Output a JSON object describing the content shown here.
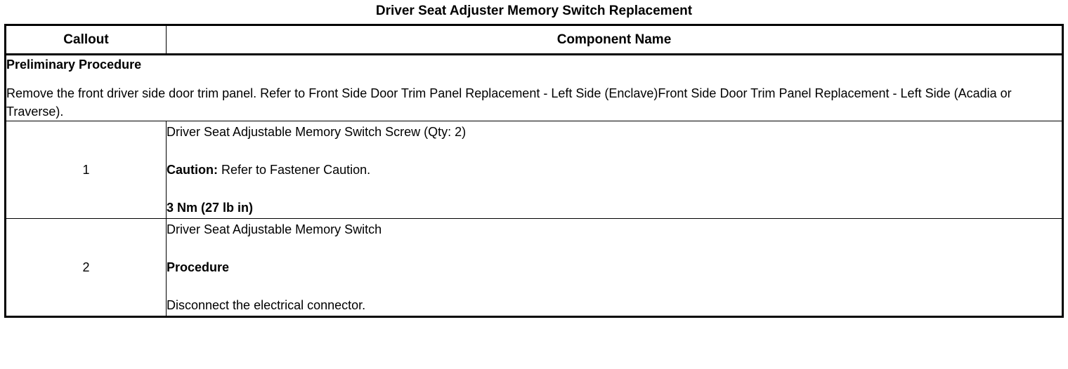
{
  "document": {
    "title": "Driver Seat Adjuster Memory Switch Replacement"
  },
  "table": {
    "headers": {
      "callout": "Callout",
      "component_name": "Component Name"
    },
    "preliminary": {
      "heading": "Preliminary Procedure",
      "body": "Remove the front driver side door trim panel. Refer to Front Side Door Trim Panel Replacement - Left Side (Enclave)Front Side Door Trim Panel Replacement - Left Side (Acadia or Traverse)."
    },
    "rows": [
      {
        "callout": "1",
        "lines": [
          {
            "text": "Driver Seat Adjustable Memory Switch Screw (Qty: 2)",
            "bold": false,
            "label": ""
          },
          {
            "text": "Refer to Fastener Caution.",
            "bold": false,
            "label": "Caution:"
          },
          {
            "text": "3 Nm (27 lb in)",
            "bold": true,
            "label": ""
          }
        ]
      },
      {
        "callout": "2",
        "lines": [
          {
            "text": "Driver Seat Adjustable Memory Switch",
            "bold": false,
            "label": ""
          },
          {
            "text": "Procedure",
            "bold": true,
            "label": ""
          },
          {
            "text": "Disconnect the electrical connector.",
            "bold": false,
            "label": ""
          }
        ]
      }
    ]
  }
}
